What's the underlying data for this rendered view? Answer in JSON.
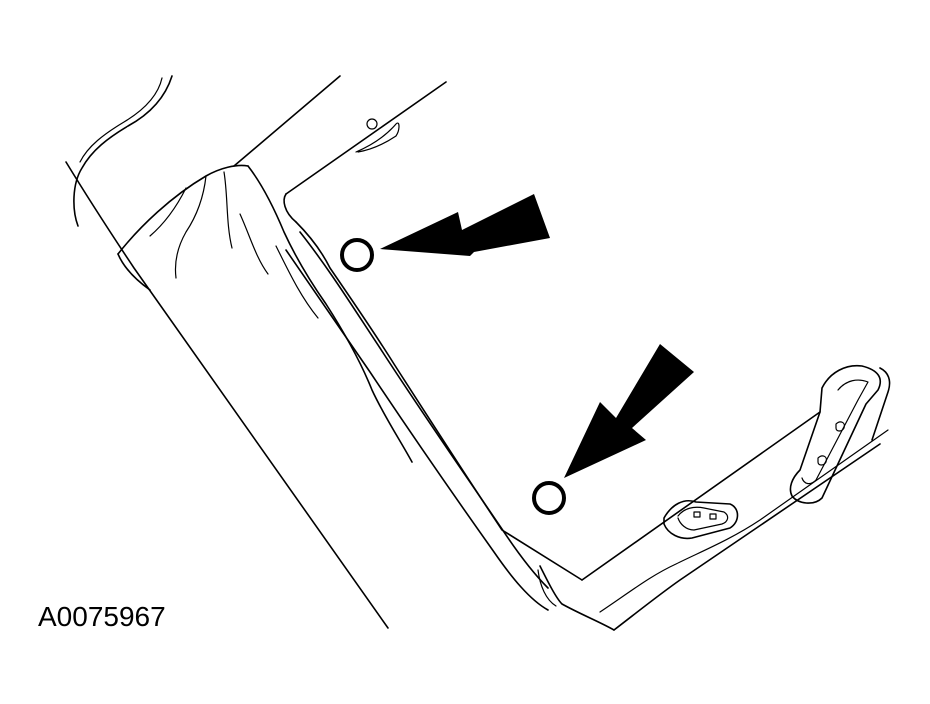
{
  "figure": {
    "id_label": "A0075967"
  },
  "colors": {
    "line": "#000000",
    "background": "#ffffff"
  },
  "markers": [
    {
      "name": "upper-location-marker"
    },
    {
      "name": "lower-location-marker"
    }
  ]
}
